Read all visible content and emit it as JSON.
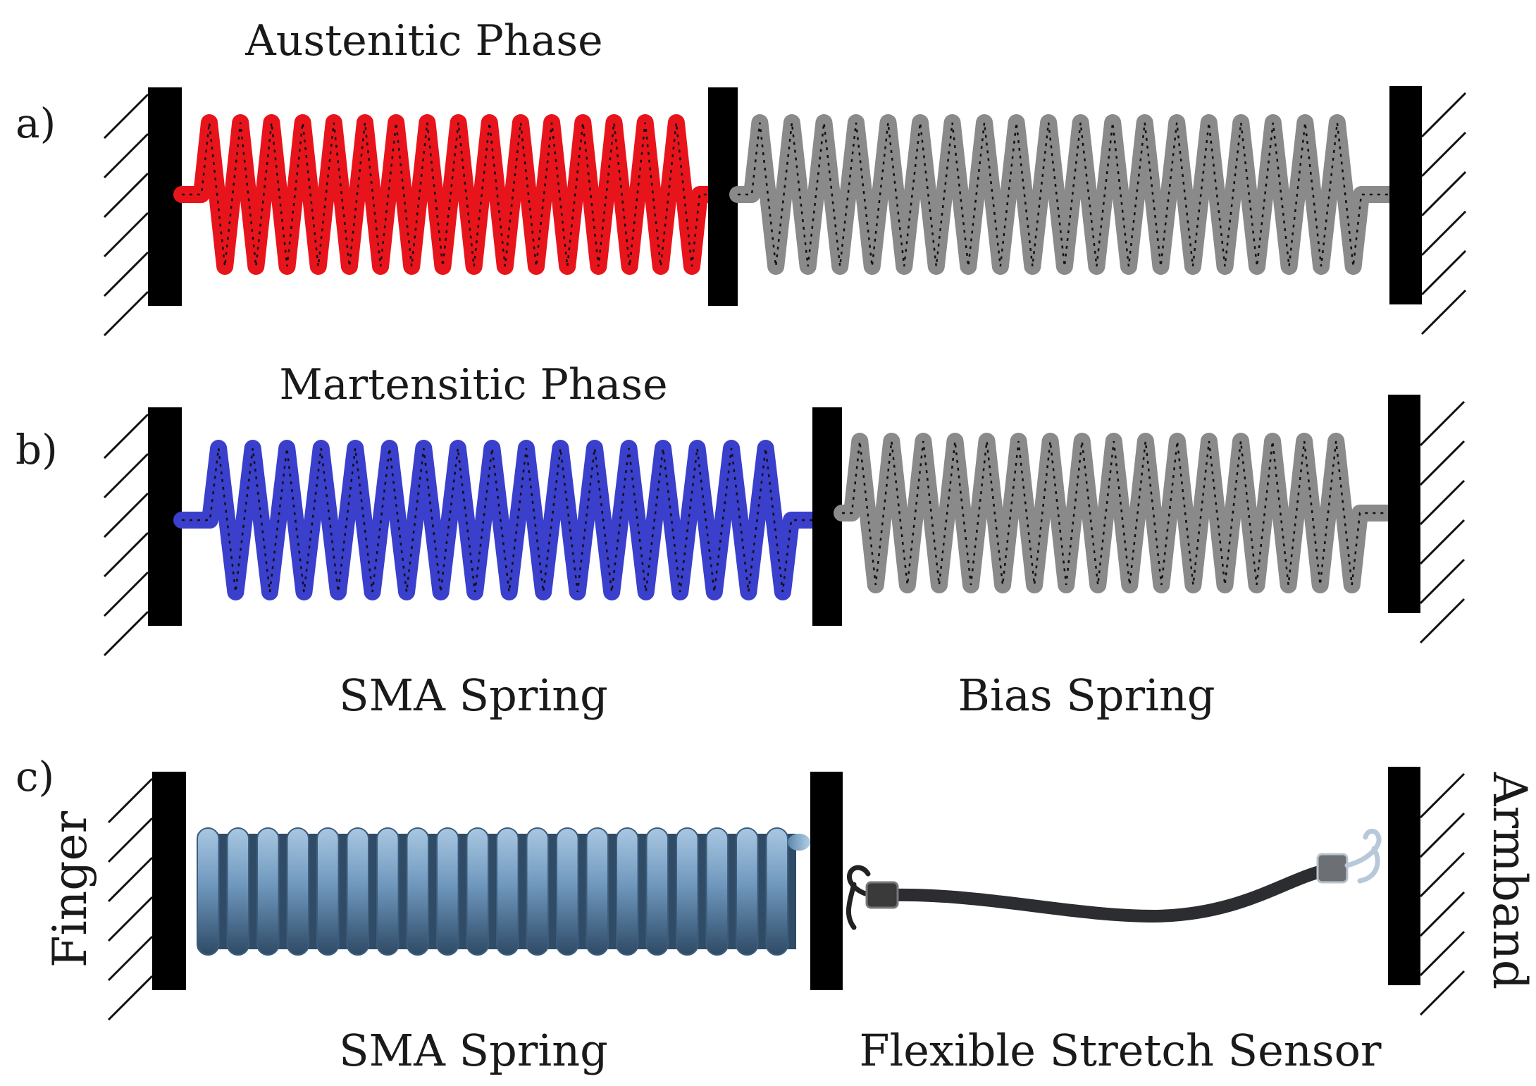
{
  "panels": {
    "a": {
      "letter": "a)",
      "title": "Austenitic Phase"
    },
    "b": {
      "letter": "b)",
      "title": "Martensitic Phase"
    },
    "c": {
      "letter": "c)"
    }
  },
  "labels": {
    "sma_spring": "SMA Spring",
    "bias_spring": "Bias Spring",
    "sma_spring_c": "SMA Spring",
    "flexible_stretch_sensor": "Flexible Stretch Sensor",
    "finger": "Finger",
    "armband": "Armband"
  },
  "colors": {
    "sma_austenitic": "#e8141c",
    "sma_martensitic": "#3a3fcc",
    "bias_spring": "#8a8a8a",
    "wall": "#000000",
    "coil_3d": "#6f98bd",
    "sensor_cable": "#2b2d30"
  },
  "icons": {
    "wall": "hatched-wall-icon",
    "coil": "helical-coil-icon",
    "sensor": "stretch-sensor-icon"
  }
}
